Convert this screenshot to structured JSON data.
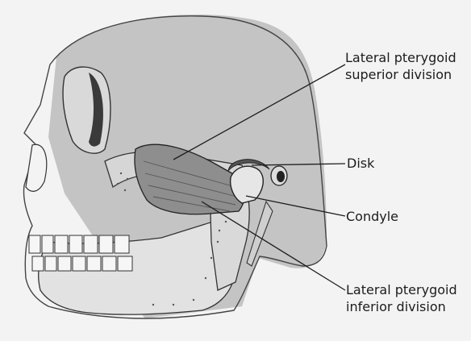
{
  "labels": {
    "lateral_pterygoid_superior": [
      "Lateral pterygoid",
      "superior division"
    ],
    "disk": "Disk",
    "condyle": "Condyle",
    "lateral_pterygoid_inferior": [
      "Lateral pterygoid",
      "inferior division"
    ]
  },
  "colors": {
    "background": "#f3f3f3",
    "bone_shading": "#bdbdbd",
    "muscle": "#8e8e8e",
    "outline": "#2a2a2a"
  }
}
